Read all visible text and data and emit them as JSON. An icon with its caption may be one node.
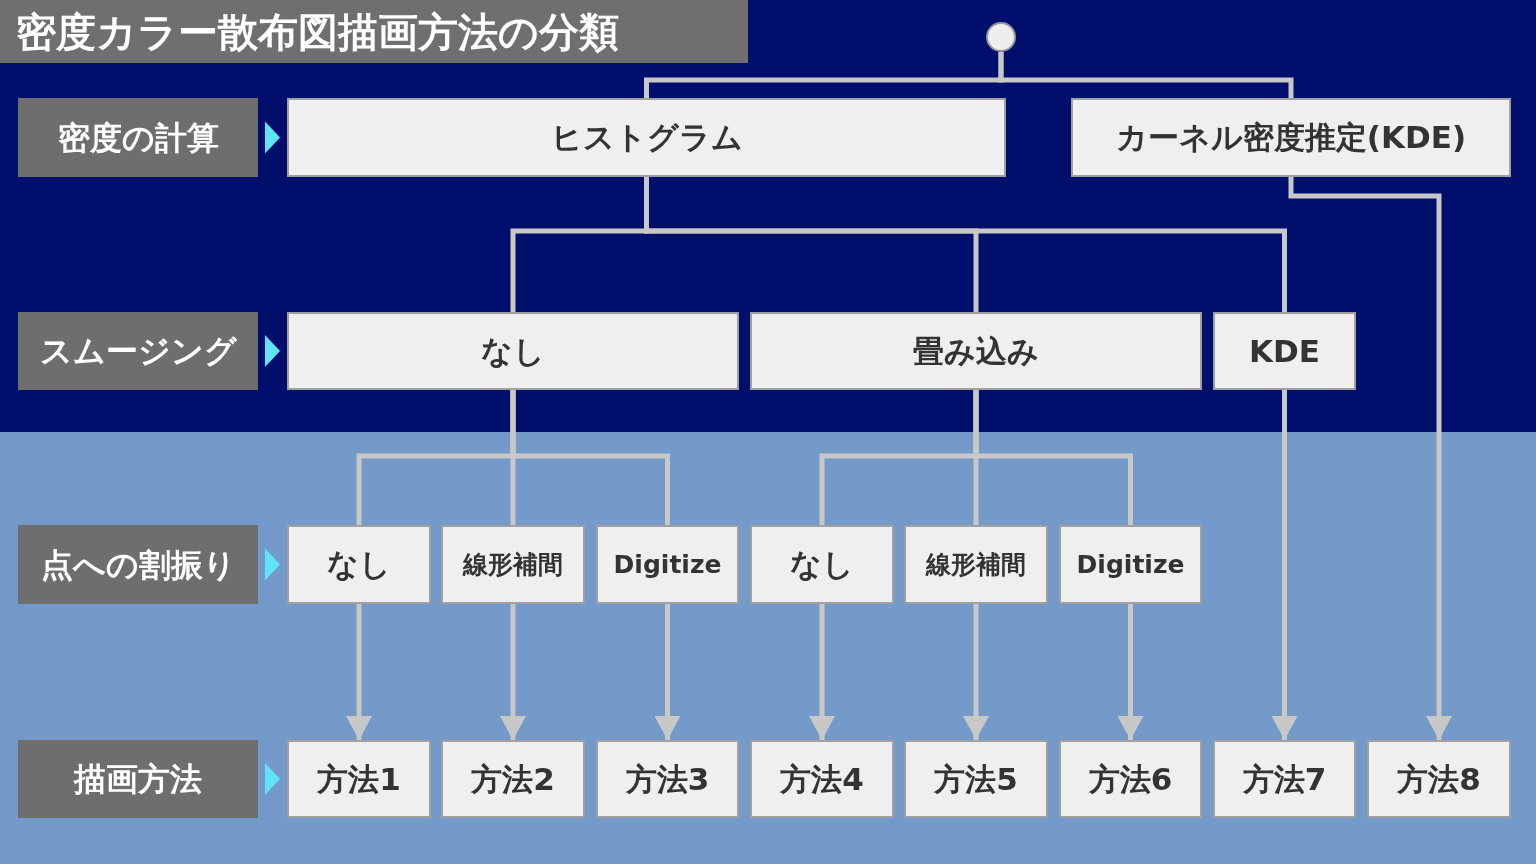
{
  "diagram": {
    "title": "密度カラー散布図描画方法の分類",
    "nodes": [
      {
        "text": [],
        "shape": "circle"
      },
      {
        "text": [
          "密度の計算"
        ]
      },
      {
        "text": [
          "ヒストグラム"
        ]
      },
      {
        "text": [
          "カーネル密度推定(KDE)"
        ]
      },
      {
        "text": [
          "スムージング"
        ]
      },
      {
        "text": [
          "なし"
        ]
      },
      {
        "text": [
          "畳み込み"
        ]
      },
      {
        "text": [
          "KDE"
        ]
      },
      {
        "text": [
          "点への割振り"
        ]
      },
      {
        "text": [
          "なし"
        ]
      },
      {
        "text": [
          "線形補間"
        ]
      },
      {
        "text": [
          "Digitize"
        ]
      },
      {
        "text": [
          "なし"
        ]
      },
      {
        "text": [
          "線形補間"
        ]
      },
      {
        "text": [
          "Digitize"
        ]
      },
      {
        "text": [
          "描画方法"
        ]
      },
      {
        "text": [
          "方法1"
        ]
      },
      {
        "text": [
          "方法2"
        ]
      },
      {
        "text": [
          "方法3"
        ]
      },
      {
        "text": [
          "方法4"
        ]
      },
      {
        "text": [
          "方法5"
        ]
      },
      {
        "text": [
          "方法6"
        ]
      },
      {
        "text": [
          "方法7"
        ]
      },
      {
        "text": [
          "方法8"
        ]
      }
    ],
    "edges": [
      {
        "from": 0,
        "to": 2,
        "arrow": "none"
      },
      {
        "from": 0,
        "to": 3,
        "arrow": "none"
      },
      {
        "from": 2,
        "to": 5,
        "arrow": "none"
      },
      {
        "from": 2,
        "to": 6,
        "arrow": "none"
      },
      {
        "from": 2,
        "to": 7,
        "arrow": "none"
      },
      {
        "from": 3,
        "to": 23,
        "arrow": "to"
      },
      {
        "from": 5,
        "to": 9,
        "arrow": "none"
      },
      {
        "from": 5,
        "to": 10,
        "arrow": "none"
      },
      {
        "from": 5,
        "to": 11,
        "arrow": "none"
      },
      {
        "from": 6,
        "to": 12,
        "arrow": "none"
      },
      {
        "from": 6,
        "to": 13,
        "arrow": "none"
      },
      {
        "from": 6,
        "to": 14,
        "arrow": "none"
      },
      {
        "from": 7,
        "to": 22,
        "arrow": "to"
      },
      {
        "from": 9,
        "to": 16,
        "arrow": "to"
      },
      {
        "from": 10,
        "to": 17,
        "arrow": "to"
      },
      {
        "from": 11,
        "to": 18,
        "arrow": "to"
      },
      {
        "from": 12,
        "to": 19,
        "arrow": "to"
      },
      {
        "from": 13,
        "to": 20,
        "arrow": "to"
      },
      {
        "from": 14,
        "to": 21,
        "arrow": "to"
      },
      {
        "from": 1,
        "to": 2,
        "arrow": "to",
        "color": "#5fe3f5"
      },
      {
        "from": 4,
        "to": 5,
        "arrow": "to",
        "color": "#5fe3f5"
      },
      {
        "from": 8,
        "to": 9,
        "arrow": "to",
        "color": "#5fe3f5"
      },
      {
        "from": 15,
        "to": 16,
        "arrow": "to",
        "color": "#5fe3f5"
      }
    ]
  }
}
